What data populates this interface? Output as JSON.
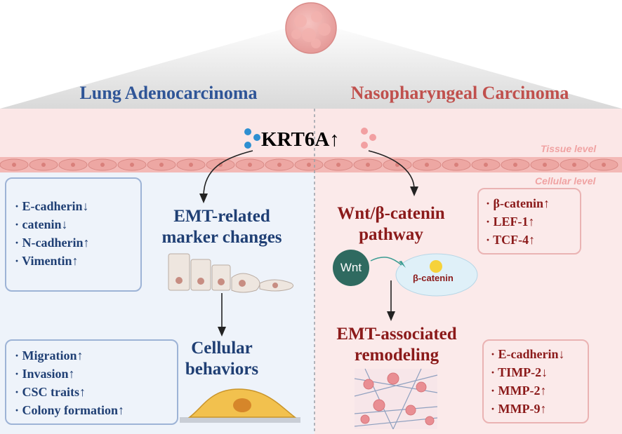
{
  "titles": {
    "left": "Lung Adenocarcinoma",
    "right": "Nasopharyngeal Carcinoma"
  },
  "center": {
    "gene": "KRT6A",
    "arrow": "↑"
  },
  "levels": {
    "tissue": "Tissue level",
    "cellular": "Cellular level"
  },
  "left": {
    "markers": [
      "· E-cadherin↓",
      "· catenin↓",
      "· N-cadherin↑",
      "· Vimentin↑"
    ],
    "emt_heading": [
      "EMT-related",
      "marker changes"
    ],
    "behaviors_heading": [
      "Cellular",
      "behaviors"
    ],
    "behaviors": [
      "· Migration↑",
      "· Invasion↑",
      "· CSC traits↑",
      "· Colony formation↑"
    ]
  },
  "right": {
    "pathway_heading": [
      "Wnt/β-catenin",
      "pathway"
    ],
    "pathway_markers": [
      "· β-catenin↑",
      "· LEF-1↑",
      "· TCF-4↑"
    ],
    "wnt_label": "Wnt",
    "beta_catenin_label": "β-catenin",
    "remodel_heading": [
      "EMT-associated",
      "remodeling"
    ],
    "remodel_markers": [
      "· E-cadherin↓",
      "· TIMP-2↓",
      "· MMP-2↑",
      "· MMP-9↑"
    ]
  },
  "colors": {
    "left_title": "#2f5597",
    "right_title": "#c0504d",
    "left_bg": "#eef3fa",
    "right_bg": "#fbeaea",
    "box_blue": "#9db3d6",
    "box_red": "#eab3b3",
    "dark_red": "#8b1a1a",
    "dark_blue": "#1f3f74"
  }
}
